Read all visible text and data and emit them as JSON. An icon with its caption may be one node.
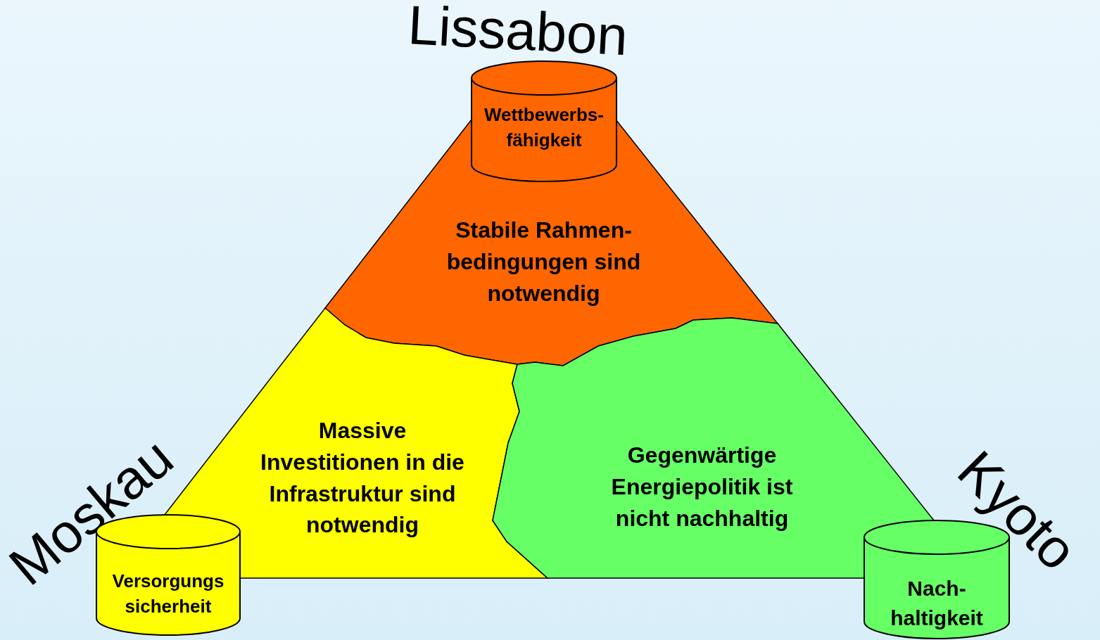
{
  "diagram": {
    "nodes": [
      {
        "text": [
          "Wettbewerbs- fähigkeit"
        ]
      },
      {
        "text": [
          "Stabile Rahmen- bedingungen sind notwendig"
        ]
      },
      {
        "text": [
          "Massive Investitionen in die Infrastruktur sind notwendig"
        ]
      },
      {
        "text": [
          "Gegenwärtige Energiepolitik ist nicht nachhaltig"
        ]
      },
      {
        "text": [
          "Versorgungs sicherheit"
        ]
      },
      {
        "text": [
          "Nach- haltigkeit"
        ]
      }
    ],
    "edges": [],
    "labels": [
      "Lissabon",
      "Moskau",
      "Kyoto"
    ]
  }
}
